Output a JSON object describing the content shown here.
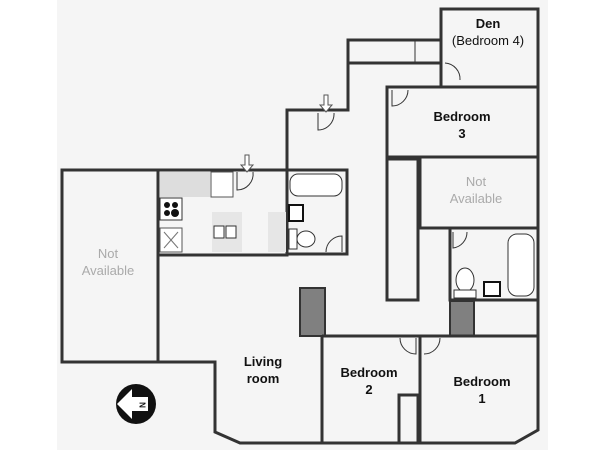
{
  "rooms": {
    "den": {
      "name": "Den",
      "sub": "(Bedroom 4)"
    },
    "bedroom3": {
      "line1": "Bedroom",
      "line2": "3"
    },
    "not_available_right": {
      "line1": "Not",
      "line2": "Available"
    },
    "not_available_left": {
      "line1": "Not",
      "line2": "Available"
    },
    "living_room": {
      "line1": "Living",
      "line2": "room"
    },
    "bedroom2": {
      "line1": "Bedroom",
      "line2": "2"
    },
    "bedroom1": {
      "line1": "Bedroom",
      "line2": "1"
    }
  },
  "compass": {
    "letter": "N"
  },
  "colors": {
    "wall": "#333333",
    "background": "#f5f5f5",
    "hatch": "#c9dcc9",
    "pillar": "#808080",
    "unavailable_text": "#aaaaaa"
  }
}
